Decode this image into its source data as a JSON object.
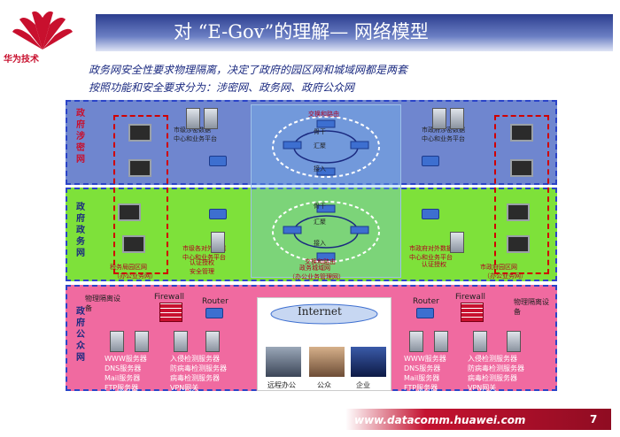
{
  "brand": {
    "logo_text": "华为技术",
    "accent": "#c8102e",
    "logo_icon": "huawei-petal-logo-icon"
  },
  "title": "对 “E-Gov”的理解— 网络模型",
  "intro": [
    "政务网安全性要求物理隔离，决定了政府的园区网和城域网都是两套",
    "按照功能和安全要求分为：涉密网、政务网、政府公众网"
  ],
  "zones": {
    "secret": {
      "name": "政府涉密网",
      "color": "#6f86cf"
    },
    "affairs": {
      "name": "政府政务网",
      "color": "#7ee13a"
    },
    "public": {
      "name": "政府公众网",
      "color": "#f06aa0"
    }
  },
  "secret_zone": {
    "top_label": "交换和路由",
    "ring_labels": [
      "骨干",
      "汇聚",
      "接入"
    ],
    "left_center": "市级涉密数据\n中心和业务平台",
    "right_center": "市政府涉密数据\n中心和业务平台"
  },
  "affairs_zone": {
    "ring_labels": [
      "骨干",
      "汇聚",
      "接入"
    ],
    "left_center": "市级各对外数据\n中心和业务平台",
    "right_center": "市政府对外数据\n中心和业务平台",
    "left_auth": "认证授权\n安全管理",
    "right_auth": "认证授权",
    "exchange_label": "交换和路由",
    "left_bureau": "税务局园区网",
    "left_bureau_sub": "（办公业务网）",
    "metro": "政务城域网",
    "metro_sub": "（办公业务管理网）",
    "right_bureau": "市政府园区网",
    "right_bureau_sub": "（办公业务网）"
  },
  "public_zone": {
    "left_isolation": "物理隔离设备",
    "right_isolation": "物理隔离设备",
    "firewall": "Firewall",
    "router": "Router",
    "internet": "Internet",
    "left_services": [
      "WWW服务器",
      "DNS服务器",
      "Mail服务器",
      "FTP服务器"
    ],
    "left_security": [
      "入侵检测服务器",
      "防病毒检测服务器",
      "病毒检测服务器",
      "VPN网关"
    ],
    "right_services": [
      "WWW服务器",
      "DNS服务器",
      "Mail服务器",
      "FTP服务器"
    ],
    "right_security": [
      "入侵检测服务器",
      "防病毒检测服务器",
      "病毒检测服务器",
      "VPN网关"
    ],
    "users": [
      "远程办公",
      "公众",
      "企业"
    ]
  },
  "footer": {
    "url": "www.datacomm.huawei.com",
    "page": "7"
  }
}
